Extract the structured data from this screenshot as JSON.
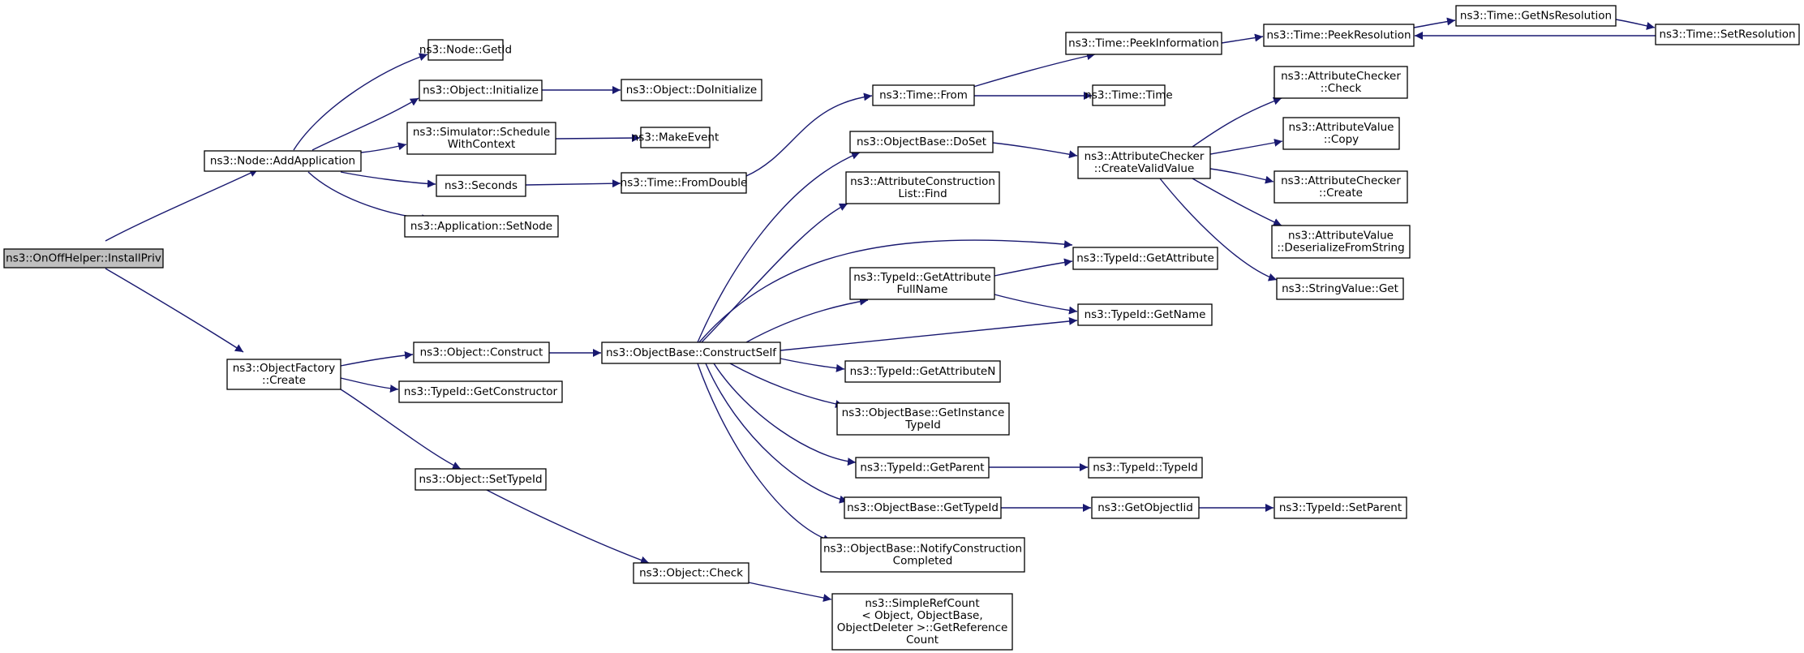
{
  "nodes": {
    "install_priv": [
      "ns3::OnOffHelper::InstallPriv"
    ],
    "add_application": [
      "ns3::Node::AddApplication"
    ],
    "object_factory_create": [
      "ns3::ObjectFactory",
      "::Create"
    ],
    "node_getid": [
      "ns3::Node::GetId"
    ],
    "object_initialize": [
      "ns3::Object::Initialize"
    ],
    "object_doinitialize": [
      "ns3::Object::DoInitialize"
    ],
    "simulator_schedule": [
      "ns3::Simulator::Schedule",
      "WithContext"
    ],
    "make_event": [
      "ns3::MakeEvent"
    ],
    "seconds": [
      "ns3::Seconds"
    ],
    "time_fromdouble": [
      "ns3::Time::FromDouble"
    ],
    "application_setnode": [
      "ns3::Application::SetNode"
    ],
    "object_construct": [
      "ns3::Object::Construct"
    ],
    "typeid_getconstructor": [
      "ns3::TypeId::GetConstructor"
    ],
    "object_settypeid": [
      "ns3::Object::SetTypeId"
    ],
    "object_check": [
      "ns3::Object::Check"
    ],
    "objectbase_constructself": [
      "ns3::ObjectBase::ConstructSelf"
    ],
    "time_from": [
      "ns3::Time::From"
    ],
    "objectbase_doset": [
      "ns3::ObjectBase::DoSet"
    ],
    "attrconstructionlist_find": [
      "ns3::AttributeConstruction",
      "List::Find"
    ],
    "typeid_getattributefullname": [
      "ns3::TypeId::GetAttribute",
      "FullName"
    ],
    "typeid_getattributen": [
      "ns3::TypeId::GetAttributeN"
    ],
    "objectbase_getinstancetypeid": [
      "ns3::ObjectBase::GetInstance",
      "TypeId"
    ],
    "typeid_getparent": [
      "ns3::TypeId::GetParent"
    ],
    "objectbase_gettypeid": [
      "ns3::ObjectBase::GetTypeId"
    ],
    "objectbase_notifyconstructioncompleted": [
      "ns3::ObjectBase::NotifyConstruction",
      "Completed"
    ],
    "simplerefcount_getreferencecount": [
      "ns3::SimpleRefCount",
      "< Object, ObjectBase,",
      " ObjectDeleter >::GetReference",
      "Count"
    ],
    "time_peekinformation": [
      "ns3::Time::PeekInformation"
    ],
    "time_time": [
      "ns3::Time::Time"
    ],
    "attributechecker_createvalidvalue": [
      "ns3::AttributeChecker",
      "::CreateValidValue"
    ],
    "typeid_getattribute": [
      "ns3::TypeId::GetAttribute"
    ],
    "typeid_getname": [
      "ns3::TypeId::GetName"
    ],
    "typeid_typeid": [
      "ns3::TypeId::TypeId"
    ],
    "getobjectiid": [
      "ns3::GetObjectIid"
    ],
    "typeid_setparent": [
      "ns3::TypeId::SetParent"
    ],
    "time_peekresolution": [
      "ns3::Time::PeekResolution"
    ],
    "time_getnsresolution": [
      "ns3::Time::GetNsResolution"
    ],
    "time_setresolution": [
      "ns3::Time::SetResolution"
    ],
    "attributechecker_check": [
      "ns3::AttributeChecker",
      "::Check"
    ],
    "attributevalue_copy": [
      "ns3::AttributeValue",
      "::Copy"
    ],
    "attributechecker_create": [
      "ns3::AttributeChecker",
      "::Create"
    ],
    "attributevalue_deserialize": [
      "ns3::AttributeValue",
      "::DeserializeFromString"
    ],
    "stringvalue_get": [
      "ns3::StringValue::Get"
    ]
  },
  "colors": {
    "edge": "#191970",
    "node_border": "#000000",
    "node_fill": "#ffffff",
    "root_fill": "#bfbfbf"
  }
}
